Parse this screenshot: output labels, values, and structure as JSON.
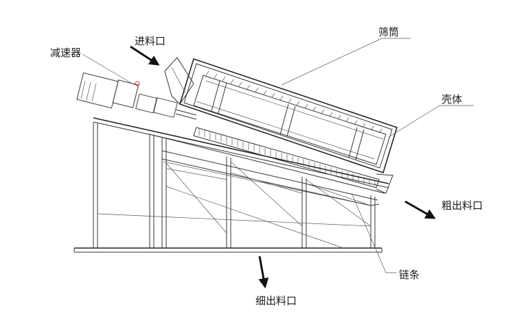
{
  "labels": {
    "feed_inlet": "进料口",
    "reducer": "减速器",
    "screen_drum": "筛筒",
    "housing": "壳体",
    "coarse_outlet": "粗出料口",
    "chain": "链条",
    "fine_outlet": "细出料口"
  },
  "colors": {
    "line": "#333333",
    "arrow": "#111111",
    "motor": "#555555"
  }
}
